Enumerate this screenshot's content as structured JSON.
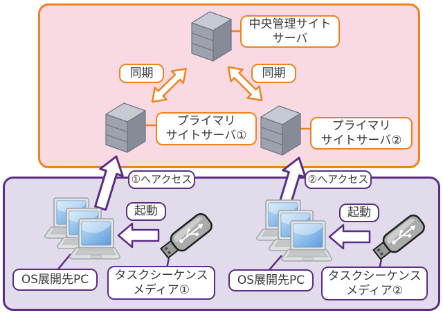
{
  "colors": {
    "orange": "#F0821E",
    "purple": "#5B2D85",
    "pink_fill": "#F9DAE2",
    "lavender_fill": "#E2DBEC",
    "server_gray": "#9DA2AE",
    "screen_blue": "#7FB0E6",
    "text": "#3A3A3A"
  },
  "site_area": {
    "central_server_label": "中央管理サイト\nサーバ",
    "sync_left": "同期",
    "sync_right": "同期",
    "primary1_label": "プライマリ\nサイトサーバ①",
    "primary2_label": "プライマリ\nサイトサーバ②"
  },
  "client_area": {
    "access1": "①へアクセス",
    "access2": "②へアクセス",
    "boot1": "起動",
    "boot2": "起動",
    "os_pc1": "OS展開先PC",
    "os_pc2": "OS展開先PC",
    "media1": "タスクシーケンス\nメディア①",
    "media2": "タスクシーケンス\nメディア②"
  },
  "icons": {
    "server": "server-tower-icon",
    "pc": "laptop-stack-icon",
    "usb": "usb-flash-drive-icon",
    "sync_arrow": "double-headed-arrow-icon",
    "access_arrow": "up-arrow-icon",
    "boot_arrow": "left-arrow-icon"
  }
}
